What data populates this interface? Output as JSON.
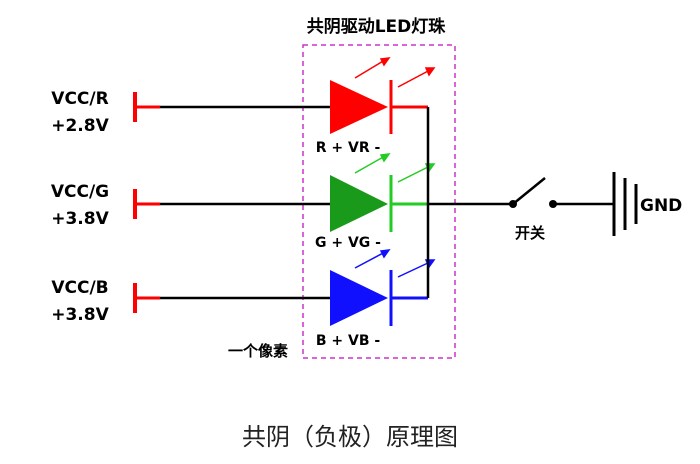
{
  "title": "共阴驱动LED灯珠",
  "caption": "共阴（负极）原理图",
  "pixel_label": "一个像素",
  "switch_label": "开关",
  "ground_label": "GND",
  "channels": [
    {
      "id": "r",
      "supply_name": "VCC/R",
      "supply_voltage": "+2.8V",
      "pin_label": "R + VR -",
      "led_color": "#ff0000",
      "wire_color": "#000000",
      "cathode_color": "#ff0000",
      "arrow_color": "#ff0000"
    },
    {
      "id": "g",
      "supply_name": "VCC/G",
      "supply_voltage": "+3.8V",
      "pin_label": "G + VG -",
      "led_color": "#1a9a1a",
      "cathode_color": "#22cc22",
      "arrow_color": "#22cc22"
    },
    {
      "id": "b",
      "supply_name": "VCC/B",
      "supply_voltage": "+3.8V",
      "pin_label": "B + VB -",
      "led_color": "#1010ff",
      "cathode_color": "#1010ff",
      "arrow_color": "#1010ff"
    }
  ],
  "colors": {
    "supply_bar": "#ff0000",
    "wire": "#000000",
    "dashed_box": "#cc33cc"
  }
}
